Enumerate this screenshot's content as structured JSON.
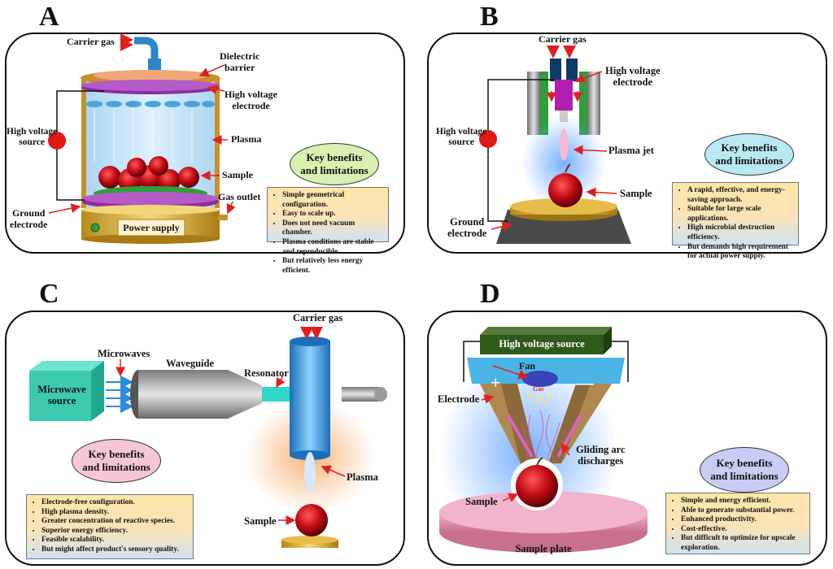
{
  "panels": {
    "a": {
      "letter": "A",
      "carrier_gas": "Carrier gas",
      "dielectric_barrier": "Dielectric\nbarrier",
      "hv_electrode": "High voltage\nelectrode",
      "plasma": "Plasma",
      "sample": "Sample",
      "gas_outlet": "Gas outlet",
      "hv_source": "High voltage\nsource",
      "ground_electrode": "Ground\nelectrode",
      "power_supply": "Power supply",
      "benefits_title": "Key benefits\nand limitations",
      "benefits": [
        "Simple geometrical configuration.",
        "Easy to scale up.",
        "Does not need vacuum chamber.",
        "Plasma conditions are stable and reproducible.",
        "But relatively less energy efficient."
      ],
      "oval_color": "#d8f0b0"
    },
    "b": {
      "letter": "B",
      "carrier_gas": "Carrier gas",
      "hv_electrode": "High voltage\nelectrode",
      "hv_source": "High voltage\nsource",
      "plasma_jet": "Plasma jet",
      "sample": "Sample",
      "ground_electrode": "Ground\nelectrode",
      "benefits_title": "Key benefits\nand limitations",
      "benefits": [
        "A rapid, effective, and energy-saving approach.",
        "Suitable for large scale applications.",
        "High microbial destruction efficiency.",
        "But demands high requirement for actual power supply."
      ],
      "oval_color": "#b9e9f4"
    },
    "c": {
      "letter": "C",
      "carrier_gas": "Carrier gas",
      "microwaves": "Microwaves",
      "waveguide": "Waveguide",
      "resonator": "Resonator",
      "microwave_source": "Microwave\nsource",
      "plasma": "Plasma",
      "sample": "Sample",
      "benefits_title": "Key benefits\nand limitations",
      "benefits": [
        "Electrode-free configuration.",
        "High plasma density.",
        "Greater concentration of reactive species.",
        "Superior energy efficiency.",
        "Feasible scalability.",
        "But might affect product's sensory quality."
      ],
      "oval_color": "#f6c6d4"
    },
    "d": {
      "letter": "D",
      "hv_source": "High voltage source",
      "fan": "Fan",
      "gas": "Gas",
      "electrode": "Electrode",
      "plus": "+",
      "minus": "—",
      "gliding": "Gliding arc\ndischarges",
      "sample": "Sample",
      "sample_plate": "Sample plate",
      "benefits_title": "Key benefits\nand limitations",
      "benefits": [
        "Simple and energy efficient.",
        "Able to generate substantial power.",
        "Enhanced productivity.",
        "Cost-effective.",
        "But difficult to optimize for upscale exploration."
      ],
      "oval_color": "#c9cdf5"
    }
  }
}
